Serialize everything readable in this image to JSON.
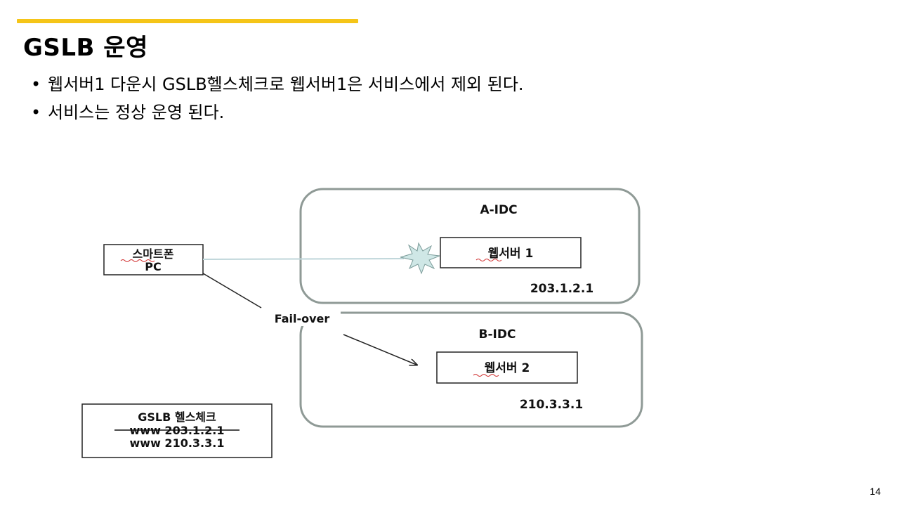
{
  "slide": {
    "title": "GSLB 운영",
    "bullets": [
      "웹서버1 다운시 GSLB헬스체크로 웹서버1은 서비스에서 제외 된다.",
      "서비스는 정상 운영 된다."
    ],
    "page_number": "14",
    "accent_color": "#F5C518"
  },
  "diagram": {
    "client_line1": "스마트폰",
    "client_line2": "PC",
    "idc_a_label": "A-IDC",
    "idc_b_label": "B-IDC",
    "server1_label": "웹서버 1",
    "server2_label": "웹서버 2",
    "server1_ip": "203.1.2.1",
    "server2_ip": "210.3.3.1",
    "failover_label": "Fail-over",
    "healthcheck_title": "GSLB 헬스체크",
    "healthcheck_entry1": "www 203.1.2.1",
    "healthcheck_entry2": "www 210.3.3.1",
    "failure_icon": "burst-icon"
  }
}
